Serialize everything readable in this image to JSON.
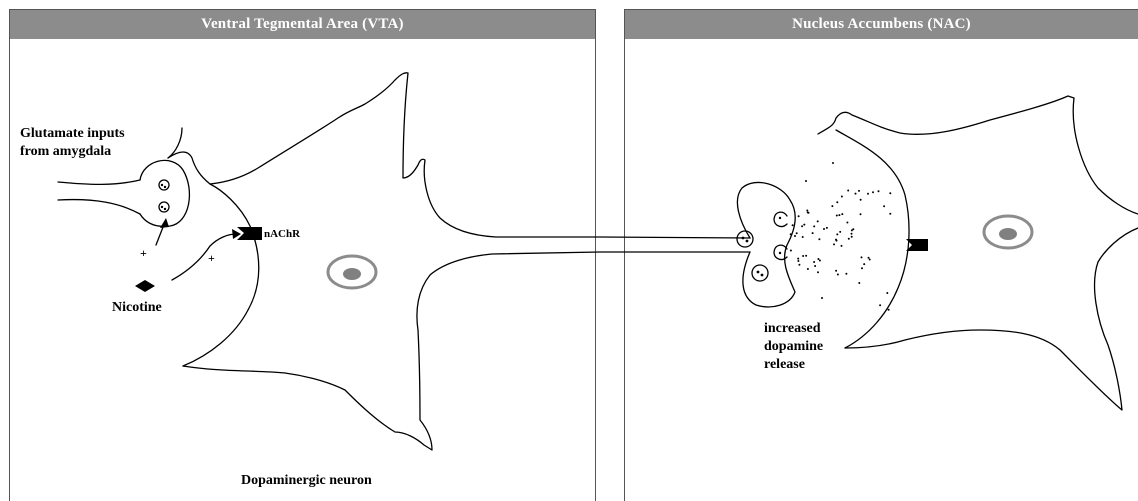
{
  "panels": {
    "left": {
      "title": "Ventral Tegmental Area (VTA)"
    },
    "right": {
      "title": "Nucleus Accumbens (NAC)"
    }
  },
  "labels": {
    "glutamate_line1": "Glutamate inputs",
    "glutamate_line2": "from amygdala",
    "nachr": "nAChR",
    "plus": "+",
    "nicotine": "Nicotine",
    "dopaminergic_neuron": "Dopaminergic neuron",
    "release_line1": "increased",
    "release_line2": "dopamine",
    "release_line3": "release"
  },
  "colors": {
    "header_bg": "#8c8c8c",
    "panel_border": "#555555",
    "nucleus_ring": "#8c8c8c",
    "nucleus_core": "#808080",
    "outline": "#000000"
  }
}
